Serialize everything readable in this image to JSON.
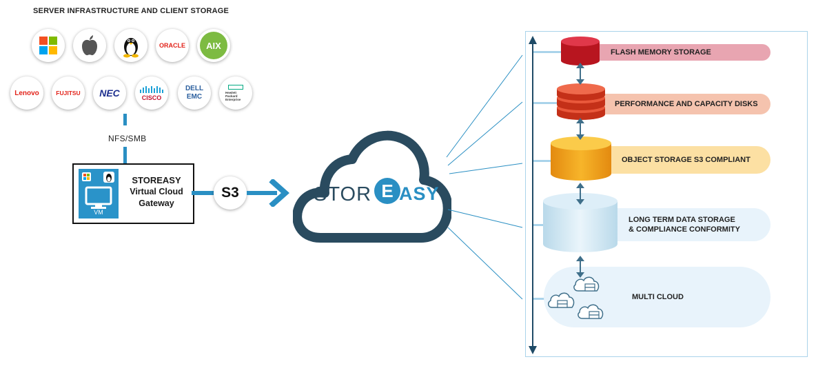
{
  "header": {
    "title": "SERVER INFRASTRUCTURE AND CLIENT STORAGE"
  },
  "clients": {
    "row1": [
      {
        "name": "windows",
        "icon": "windows-logo-icon",
        "text": ""
      },
      {
        "name": "apple",
        "icon": "apple-logo-icon",
        "text": ""
      },
      {
        "name": "linux",
        "icon": "linux-tux-icon",
        "text": ""
      },
      {
        "name": "oracle",
        "icon": "oracle-logo-icon",
        "text": "ORACLE"
      },
      {
        "name": "aix",
        "icon": "aix-logo-icon",
        "text": "AIX"
      }
    ],
    "row2": [
      {
        "name": "lenovo",
        "icon": "lenovo-logo-icon",
        "text": "Lenovo"
      },
      {
        "name": "fujitsu",
        "icon": "fujitsu-logo-icon",
        "text": "FUJITSU"
      },
      {
        "name": "nec",
        "icon": "nec-logo-icon",
        "text": "NEC"
      },
      {
        "name": "cisco",
        "icon": "cisco-logo-icon",
        "text": "CISCO"
      },
      {
        "name": "dell-emc",
        "icon": "dell-emc-logo-icon",
        "text": "DELL EMC"
      },
      {
        "name": "hpe",
        "icon": "hpe-logo-icon",
        "text": "Hewlett Packard Enterprise"
      }
    ]
  },
  "protocol": {
    "label": "NFS/SMB"
  },
  "gateway": {
    "line1": "STOREASY",
    "line2": "Virtual Cloud",
    "line3": "Gateway",
    "vm_label": "VM"
  },
  "s3": {
    "label": "S3"
  },
  "cloud": {
    "logo_text_left": "STOR",
    "logo_text_mid": "E",
    "logo_text_right": "ASY"
  },
  "tiers": [
    {
      "label": "FLASH MEMORY STORAGE",
      "color": "#e8a5b1",
      "disk_color": "#cf1f2d"
    },
    {
      "label": "PERFORMANCE AND CAPACITY DISKS",
      "color": "#f5c3ae",
      "disk_color": "#e2472a"
    },
    {
      "label": "OBJECT STORAGE S3 COMPLIANT",
      "color": "#fce0a3",
      "disk_color": "#f2a51b"
    },
    {
      "label_line1": "LONG TERM DATA STORAGE",
      "label_line2": "& COMPLIANCE CONFORMITY",
      "color": "#e8f3fb",
      "disk_color": "#cfe6f3"
    },
    {
      "label": "MULTI CLOUD",
      "color": "#e8f3fb"
    }
  ],
  "colors": {
    "accent": "#2a8fc3",
    "cloud_dark": "#2a4b5f",
    "cloud_e": "#2a8fc3"
  }
}
